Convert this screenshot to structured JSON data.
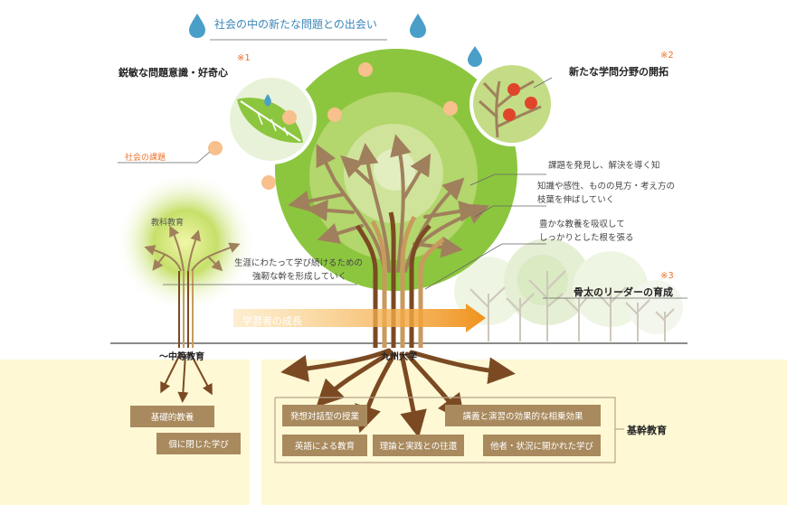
{
  "header": {
    "title": "社会の中の新たな問題との出会い"
  },
  "callouts": {
    "curiosity": {
      "mark": "※1",
      "label": "鋭敏な問題意識・好奇心"
    },
    "new_field": {
      "mark": "※2",
      "label": "新たな学問分野の開拓"
    },
    "leader": {
      "mark": "※3",
      "label": "骨太のリーダーの育成"
    },
    "social_issues": "社会の課題"
  },
  "annotations": {
    "discover": "課題を発見し、解決を導く知",
    "branches": [
      "知識や感性、ものの見方・考え方の",
      "枝葉を伸ばしていく"
    ],
    "roots": [
      "豊かな教養を吸収して",
      "しっかりとした根を張る"
    ],
    "trunk": [
      "生涯にわたって学び続けるための",
      "強靭な幹を形成していく"
    ]
  },
  "small_tree": {
    "crown_label": "教科教育",
    "ground_label": "～中等教育"
  },
  "growth_arrow": "学習者の成長",
  "university": "九州大学",
  "secondary_boxes": [
    "基礎的教養",
    "個に閉じた学び"
  ],
  "core_boxes": [
    "発想対話型の授業",
    "英語による教育",
    "理論と実践との往還",
    "講義と演習の効果的な相乗効果",
    "他者・状況に開かれた学び"
  ],
  "core_label": "基幹教育",
  "colors": {
    "accent": "#e8732c",
    "green": "#8cc63f",
    "trunk": "#7b4a22",
    "box": "#a88a5e",
    "ground": "#fef8d5",
    "drop": "#4a9fc9"
  }
}
